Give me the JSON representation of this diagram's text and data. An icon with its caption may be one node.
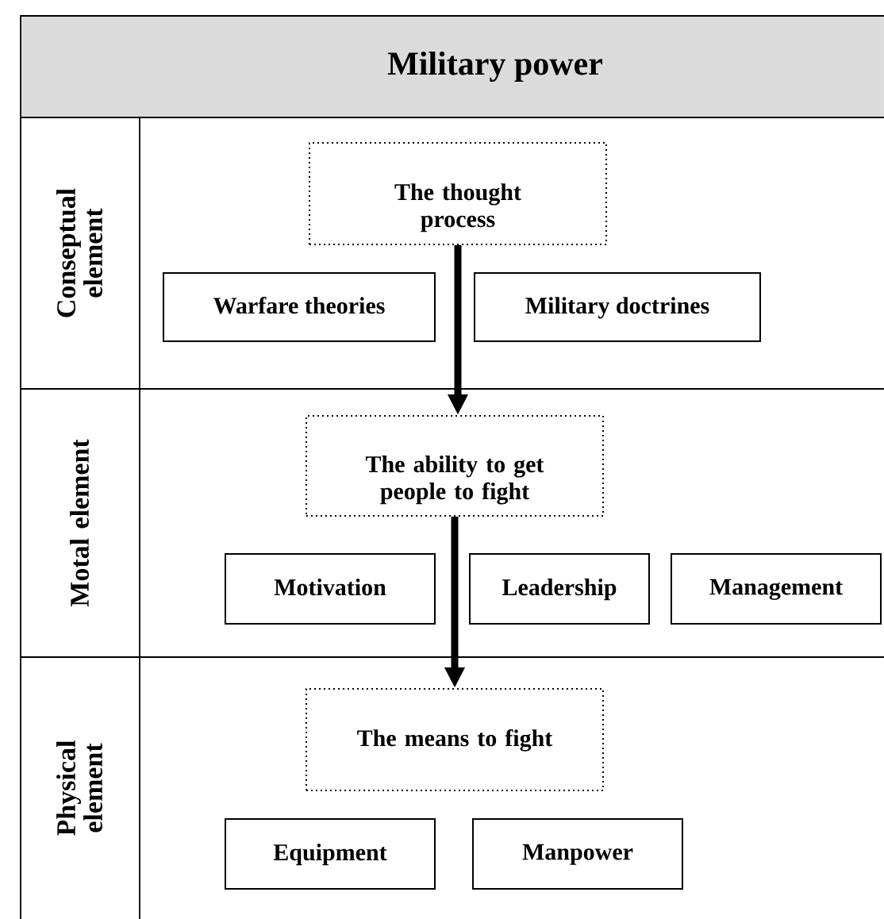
{
  "diagram": {
    "nodes": [
      {
        "text": [
          "Military power"
        ]
      },
      {
        "text": [
          "Conseptual element"
        ]
      },
      {
        "text": [
          "The thought process"
        ],
        "in": 1
      },
      {
        "text": [
          "Warfare theories"
        ],
        "in": 1
      },
      {
        "text": [
          "Military doctrines"
        ],
        "in": 1
      },
      {
        "text": [
          "Motal element"
        ]
      },
      {
        "text": [
          "The ability to get people to fight"
        ],
        "in": 5
      },
      {
        "text": [
          "Motivation"
        ],
        "in": 5
      },
      {
        "text": [
          "Leadership"
        ],
        "in": 5
      },
      {
        "text": [
          "Management"
        ],
        "in": 5
      },
      {
        "text": [
          "Physical element"
        ]
      },
      {
        "text": [
          "The means to fight"
        ],
        "in": 10
      },
      {
        "text": [
          "Equipment"
        ],
        "in": 10
      },
      {
        "text": [
          "Manpower"
        ],
        "in": 10
      }
    ],
    "edges": [
      {
        "from": 2,
        "to": 6,
        "arrow": "to"
      },
      {
        "from": 6,
        "to": 11,
        "arrow": "to"
      }
    ]
  }
}
